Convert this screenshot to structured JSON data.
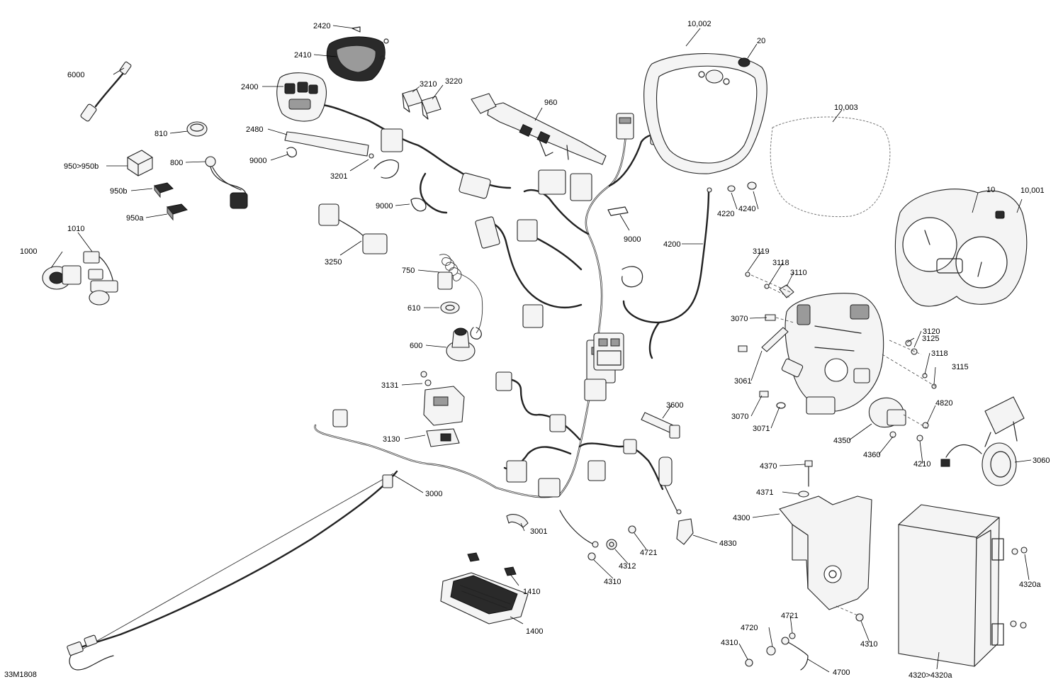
{
  "figure_ref": "33M1808",
  "callouts": [
    {
      "id": "6000",
      "text": "6000"
    },
    {
      "id": "2420",
      "text": "2420"
    },
    {
      "id": "2410",
      "text": "2410"
    },
    {
      "id": "2400",
      "text": "2400"
    },
    {
      "id": "2480",
      "text": "2480"
    },
    {
      "id": "810",
      "text": "810"
    },
    {
      "id": "950b_range",
      "text": "950>950b"
    },
    {
      "id": "800",
      "text": "800"
    },
    {
      "id": "950b",
      "text": "950b"
    },
    {
      "id": "950a",
      "text": "950a"
    },
    {
      "id": "9000a",
      "text": "9000"
    },
    {
      "id": "3201",
      "text": "3201"
    },
    {
      "id": "9000b",
      "text": "9000"
    },
    {
      "id": "3210",
      "text": "3210"
    },
    {
      "id": "3220",
      "text": "3220"
    },
    {
      "id": "960",
      "text": "960"
    },
    {
      "id": "1010",
      "text": "1010"
    },
    {
      "id": "1000",
      "text": "1000"
    },
    {
      "id": "3250",
      "text": "3250"
    },
    {
      "id": "750",
      "text": "750"
    },
    {
      "id": "610",
      "text": "610"
    },
    {
      "id": "600",
      "text": "600"
    },
    {
      "id": "3131",
      "text": "3131"
    },
    {
      "id": "3130",
      "text": "3130"
    },
    {
      "id": "3000",
      "text": "3000"
    },
    {
      "id": "3001",
      "text": "3001"
    },
    {
      "id": "1410",
      "text": "1410"
    },
    {
      "id": "1400",
      "text": "1400"
    },
    {
      "id": "10002",
      "text": "10,002"
    },
    {
      "id": "20",
      "text": "20"
    },
    {
      "id": "10003",
      "text": "10,003"
    },
    {
      "id": "10",
      "text": "10"
    },
    {
      "id": "10001",
      "text": "10,001"
    },
    {
      "id": "4220",
      "text": "4220"
    },
    {
      "id": "4240",
      "text": "4240"
    },
    {
      "id": "9000c",
      "text": "9000"
    },
    {
      "id": "4200",
      "text": "4200"
    },
    {
      "id": "3119",
      "text": "3119"
    },
    {
      "id": "3118a",
      "text": "3118"
    },
    {
      "id": "3110",
      "text": "3110"
    },
    {
      "id": "3070a",
      "text": "3070"
    },
    {
      "id": "3125",
      "text": "3125"
    },
    {
      "id": "3120",
      "text": "3120"
    },
    {
      "id": "3118b",
      "text": "3118"
    },
    {
      "id": "3115",
      "text": "3115"
    },
    {
      "id": "3061",
      "text": "3061"
    },
    {
      "id": "3070b",
      "text": "3070"
    },
    {
      "id": "3071",
      "text": "3071"
    },
    {
      "id": "4820",
      "text": "4820"
    },
    {
      "id": "4350",
      "text": "4350"
    },
    {
      "id": "4360",
      "text": "4360"
    },
    {
      "id": "4210",
      "text": "4210"
    },
    {
      "id": "3060",
      "text": "3060"
    },
    {
      "id": "3600",
      "text": "3600"
    },
    {
      "id": "4370",
      "text": "4370"
    },
    {
      "id": "4371",
      "text": "4371"
    },
    {
      "id": "4300",
      "text": "4300"
    },
    {
      "id": "4721a",
      "text": "4721"
    },
    {
      "id": "4312",
      "text": "4312"
    },
    {
      "id": "4830",
      "text": "4830"
    },
    {
      "id": "4310a",
      "text": "4310"
    },
    {
      "id": "4320a_small",
      "text": "4320a"
    },
    {
      "id": "4310b",
      "text": "4310"
    },
    {
      "id": "4721b",
      "text": "4721"
    },
    {
      "id": "4720",
      "text": "4720"
    },
    {
      "id": "4310c",
      "text": "4310"
    },
    {
      "id": "4700",
      "text": "4700"
    },
    {
      "id": "4320_range",
      "text": "4320>4320a"
    }
  ]
}
